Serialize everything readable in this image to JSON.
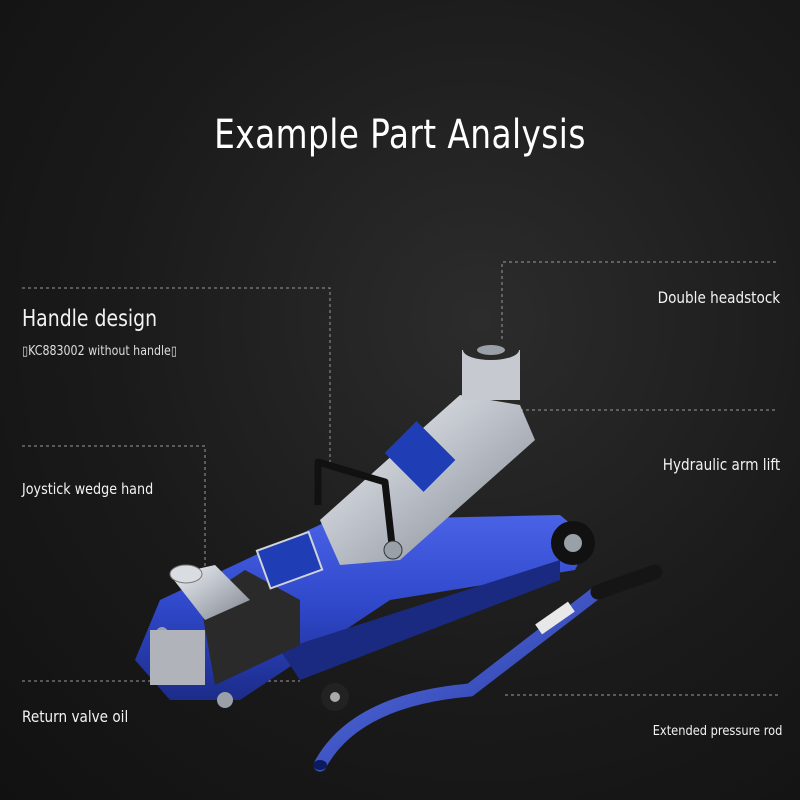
{
  "title": "Example Part Analysis",
  "labels": {
    "handle_design": "Handle design",
    "handle_note": "\u0000KC883002 without handle\u0000",
    "joystick": "Joystick wedge hand",
    "return_valve": "Return valve oil",
    "double_headstock": "Double headstock",
    "hydraulic_arm": "Hydraulic arm lift",
    "extended_rod": "Extended pressure rod"
  },
  "colors": {
    "background": "#1a1a1a",
    "jack_body": "#2f47c9",
    "jack_metal": "#c8ccd2",
    "leader_line": "#9a9a9a"
  }
}
